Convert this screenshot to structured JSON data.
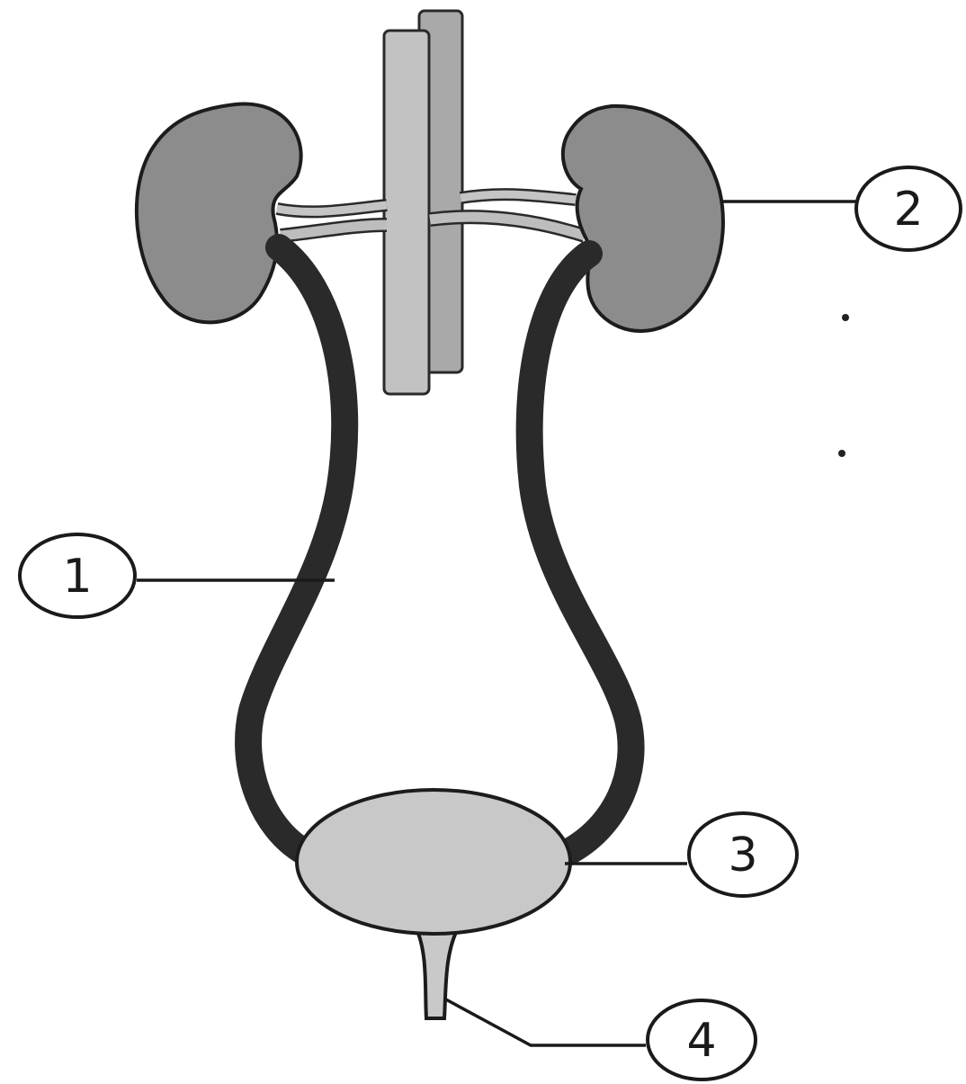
{
  "diagram": {
    "colors": {
      "kidney": "#8c8c8c",
      "vessel": "#b9b9b9",
      "ureter": "#d4d4d4",
      "bladder": "#c8c8c8",
      "outline": "#1c1c1c"
    },
    "labels": [
      {
        "id": "ureter",
        "number": "1"
      },
      {
        "id": "kidney",
        "number": "2"
      },
      {
        "id": "bladder",
        "number": "3"
      },
      {
        "id": "urethra",
        "number": "4"
      }
    ]
  }
}
